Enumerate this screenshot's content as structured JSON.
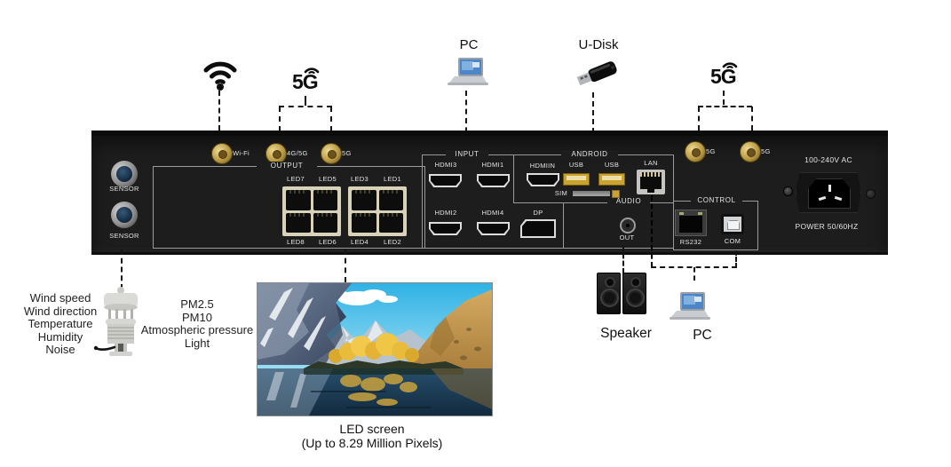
{
  "top": {
    "fiveg_left": "5G",
    "pc": "PC",
    "udisk": "U-Disk",
    "fiveg_right": "5G"
  },
  "panel": {
    "sensor1": "SENSOR",
    "sensor2": "SENSOR",
    "antenna_wifi": "Wi-Fi",
    "antenna_4g5g": "4G/5G",
    "antenna_5g_1": "5G",
    "antenna_5g_2": "5G",
    "antenna_5g_3": "5G",
    "output": {
      "label": "OUTPUT",
      "top_ports": [
        "LED7",
        "LED5",
        "LED3",
        "LED1"
      ],
      "bottom_ports": [
        "LED8",
        "LED6",
        "LED4",
        "LED2"
      ]
    },
    "input": {
      "label": "INPUT",
      "hdmi3": "HDMI3",
      "hdmi1": "HDMI1",
      "hdmi2": "HDMI2",
      "hdmi4": "HDMI4",
      "dp": "DP"
    },
    "android": {
      "label": "ANDROID",
      "hdmiin": "HDMIIN",
      "usb1": "USB",
      "usb2": "USB",
      "sim": "SIM",
      "lan": "LAN"
    },
    "audio": {
      "label": "AUDIO",
      "out": "OUT"
    },
    "control": {
      "label": "CONTROL",
      "rs232": "RS232",
      "com": "COM"
    },
    "power": {
      "voltage": "100-240V AC",
      "rating": "POWER 50/60HZ"
    }
  },
  "bottom": {
    "env_left": [
      "Wind speed",
      "Wind direction",
      "Temperature",
      "Humidity",
      "Noise"
    ],
    "env_right": [
      "PM2.5",
      "PM10",
      "Atmospheric pressure",
      "Light"
    ],
    "led_caption_1": "LED screen",
    "led_caption_2": "(Up to 8.29 Million Pixels)",
    "speaker": "Speaker",
    "pc": "PC"
  },
  "colors": {
    "panel": "#1d1d1d",
    "box_border": "#9a9a9a",
    "antenna_gold": "#c2a24a",
    "rj45_beige": "#d8d2b8",
    "usb_gold": "#caa32e",
    "dash_line": "#151515"
  }
}
